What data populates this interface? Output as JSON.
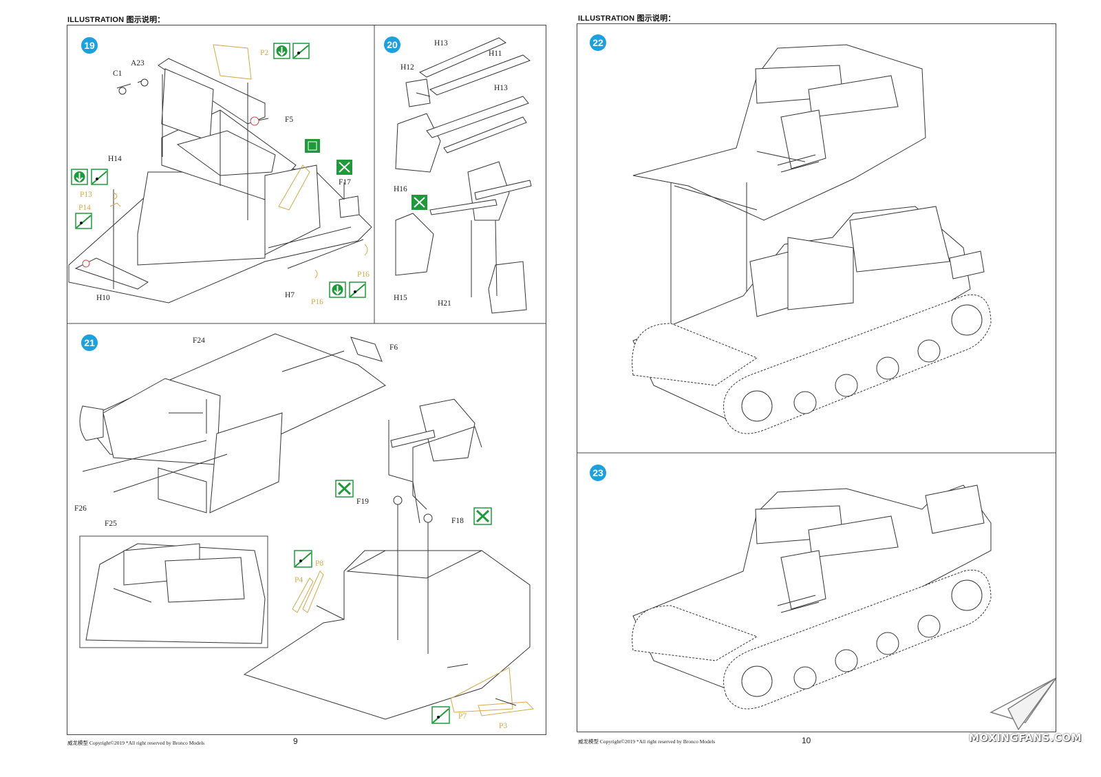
{
  "left_page": {
    "header": "ILLUSTRATION 图示说明：",
    "footer": "威龙模型  Copyright©2019  *All right reserved by Bronco Models",
    "page_number": "9",
    "steps": [
      {
        "number": "19",
        "labels": [
          "C1",
          "A23",
          "P2",
          "F5",
          "H14",
          "P13",
          "P14",
          "F17",
          "H10",
          "H7",
          "P16",
          "P16"
        ]
      },
      {
        "number": "20",
        "labels": [
          "H13",
          "H11",
          "H12",
          "H13",
          "H16",
          "H15",
          "H21"
        ]
      },
      {
        "number": "21",
        "labels": [
          "F24",
          "F6",
          "F26",
          "F25",
          "F19",
          "F18",
          "P4",
          "P8",
          "P7",
          "P3"
        ]
      }
    ]
  },
  "right_page": {
    "header": "ILLUSTRATION 图示说明：",
    "footer": "威龙模型  Copyright©2019  *All right reserved by Bronco Models",
    "page_number": "10",
    "steps": [
      {
        "number": "22"
      },
      {
        "number": "23"
      }
    ]
  },
  "watermark": "MOXINGFANS.COM",
  "colors": {
    "step_badge": "#1ea0de",
    "icon_green": "#1f9a3a",
    "photo_etch": "#d4a94a",
    "highlight_red": "#d94040"
  },
  "icons": [
    "glue-down-icon",
    "paint-brush-icon",
    "cut-sprue-icon",
    "no-glue-icon",
    "shield-icon"
  ]
}
